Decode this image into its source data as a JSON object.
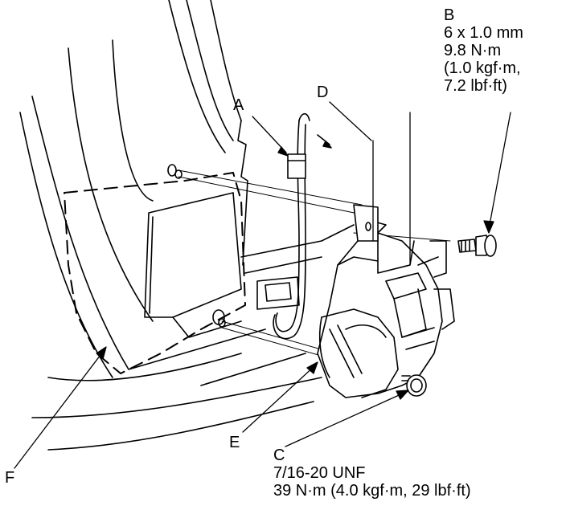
{
  "callouts": {
    "a": {
      "letter": "A"
    },
    "b": {
      "letter": "B",
      "spec": [
        "6 x 1.0 mm",
        "9.8 N·m",
        "(1.0 kgf·m,",
        "7.2 lbf·ft)"
      ]
    },
    "c": {
      "letter": "C",
      "spec": [
        "7/16-20 UNF",
        "39 N·m (4.0 kgf·m, 29 lbf·ft)"
      ]
    },
    "d": {
      "letter": "D"
    },
    "e": {
      "letter": "E"
    },
    "f": {
      "letter": "F"
    }
  }
}
